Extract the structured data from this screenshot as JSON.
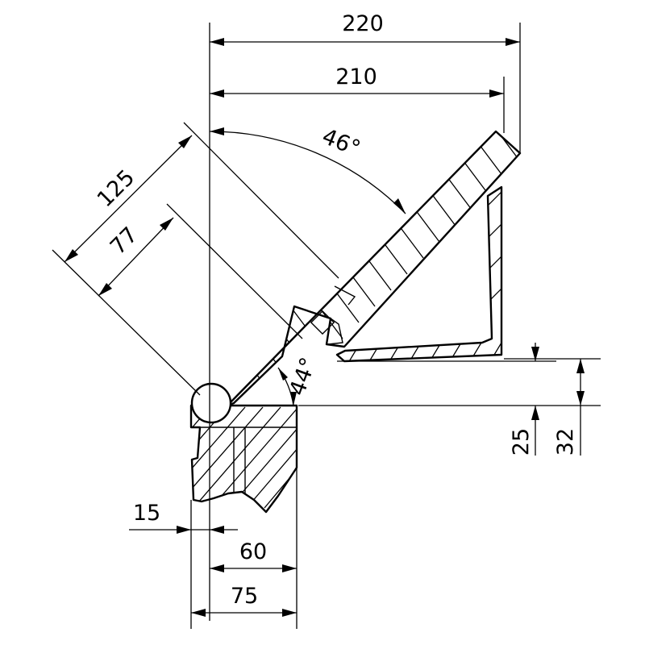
{
  "dimensions": {
    "width_overall": "220",
    "width_top": "210",
    "angle_upper": "46°",
    "length_outer": "125",
    "length_inner": "77",
    "angle_lower": "44°",
    "height_small": "25",
    "height_large": "32",
    "offset": "15",
    "base_inner": "60",
    "base_outer": "75"
  }
}
